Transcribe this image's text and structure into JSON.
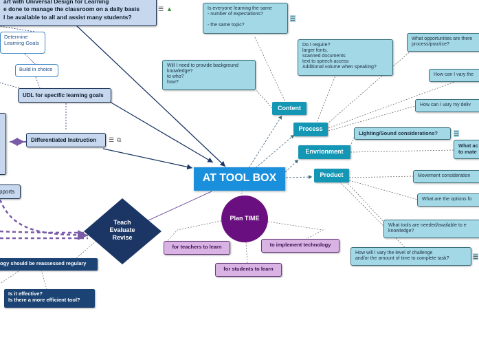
{
  "central": {
    "title": "AT TOOL BOX"
  },
  "top_node": {
    "lines": "art with Universal Design for Learning\ne done to manage the classroom on a daily basis\nl be available to all and assist many students?"
  },
  "left_nodes": {
    "determine_goals": "Determine\nLearning Goals",
    "build_choice": "Build in choice",
    "udl_goals": "UDL for specific learning goals",
    "differentiated": "Differentiated Instruction",
    "supports": "pports",
    "reassessed": "ogy should be reassessed regulary",
    "effective": "Is it effective?\nIs there a more efficient tool?"
  },
  "teach": {
    "label": "Teach\nEvaluate\nRevise"
  },
  "plan_time": {
    "label": "Plan TIME",
    "teachers": "for teachers to learn",
    "technology": "to implement technology",
    "students": "for students to learn"
  },
  "categories": {
    "content": "Content",
    "process": "Process",
    "environment": "Envrionment",
    "product": "Product"
  },
  "content_notes": {
    "everyone": "Is everyone learning the same\n- number of expectations?\n\n- the same topic?",
    "background": "Will I need to provide background\nknowledge?\nto who?\nhow?"
  },
  "process_notes": {
    "require": "Do I require?\nlarger fonts,\nscanned documents\ntext to speech access\nAdditional volume when speaking?",
    "opportunities": "What opportunities are there\nprocess/practice?",
    "vary_the": "How can I vary the",
    "vary_deliv": "How can I vary my deliv"
  },
  "environment_notes": {
    "lighting": "Lighting/Sound considerations?",
    "what_ac": "What ac\nto mate"
  },
  "product_notes": {
    "movement": "Movement consideration",
    "options": "What are the options fo",
    "tools": "What tools are needed/available to e\nknowledge?",
    "vary_level": "How will I vary the level of challenge\nand/or the amount of time to complete task?"
  },
  "colors": {
    "central": "#1a8fdc",
    "plan": "#6a0f7f",
    "teach": "#1b3665",
    "teal": "#1496b5"
  },
  "icons": [
    "notes-icon",
    "image-icon",
    "link-icon"
  ]
}
